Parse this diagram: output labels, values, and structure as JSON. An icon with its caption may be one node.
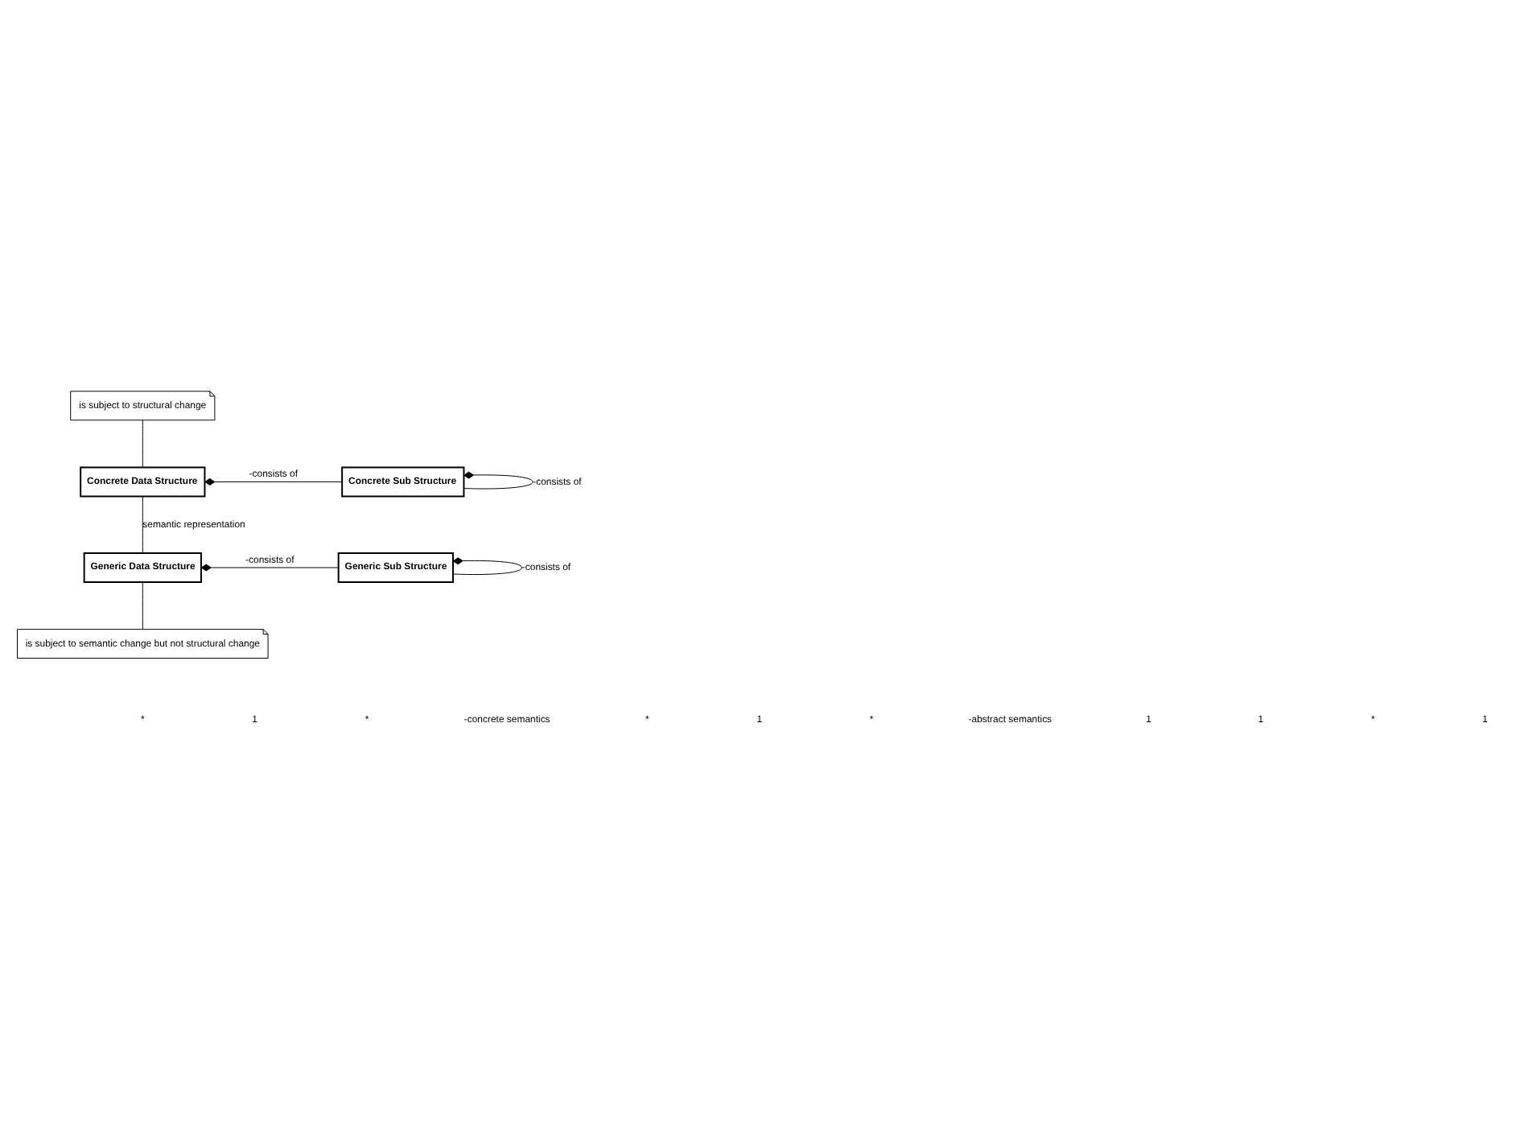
{
  "diagram": {
    "nodes": [
      {
        "text": [
          "is subject to structural change"
        ]
      },
      {
        "text": [
          "Concrete Data Structure"
        ]
      },
      {
        "text": [
          "Concrete Sub Structure"
        ]
      },
      {
        "text": [
          "Generic Data Structure"
        ]
      },
      {
        "text": [
          "Generic Sub Structure"
        ]
      },
      {
        "text": [
          "is subject to semantic change but not structural change"
        ]
      }
    ],
    "edges": [
      {
        "from": 0,
        "to": 1,
        "arrow": "none"
      },
      {
        "from": 1,
        "to": 2,
        "arrow": "other",
        "label": "-consists of"
      },
      {
        "from": 2,
        "to": 2,
        "arrow": "other",
        "label": "-consists of"
      },
      {
        "from": 1,
        "to": 3,
        "arrow": "none",
        "label": "semantic representation"
      },
      {
        "from": 3,
        "to": 4,
        "arrow": "other",
        "label": "-consists of"
      },
      {
        "from": 4,
        "to": 4,
        "arrow": "other",
        "label": "-consists of"
      },
      {
        "from": 3,
        "to": 5,
        "arrow": "none"
      }
    ],
    "labels": [
      "*",
      "1",
      "*",
      "-concrete semantics",
      "*",
      "1",
      "*",
      "-abstract semantics",
      "1",
      "1",
      "*",
      "1"
    ]
  }
}
